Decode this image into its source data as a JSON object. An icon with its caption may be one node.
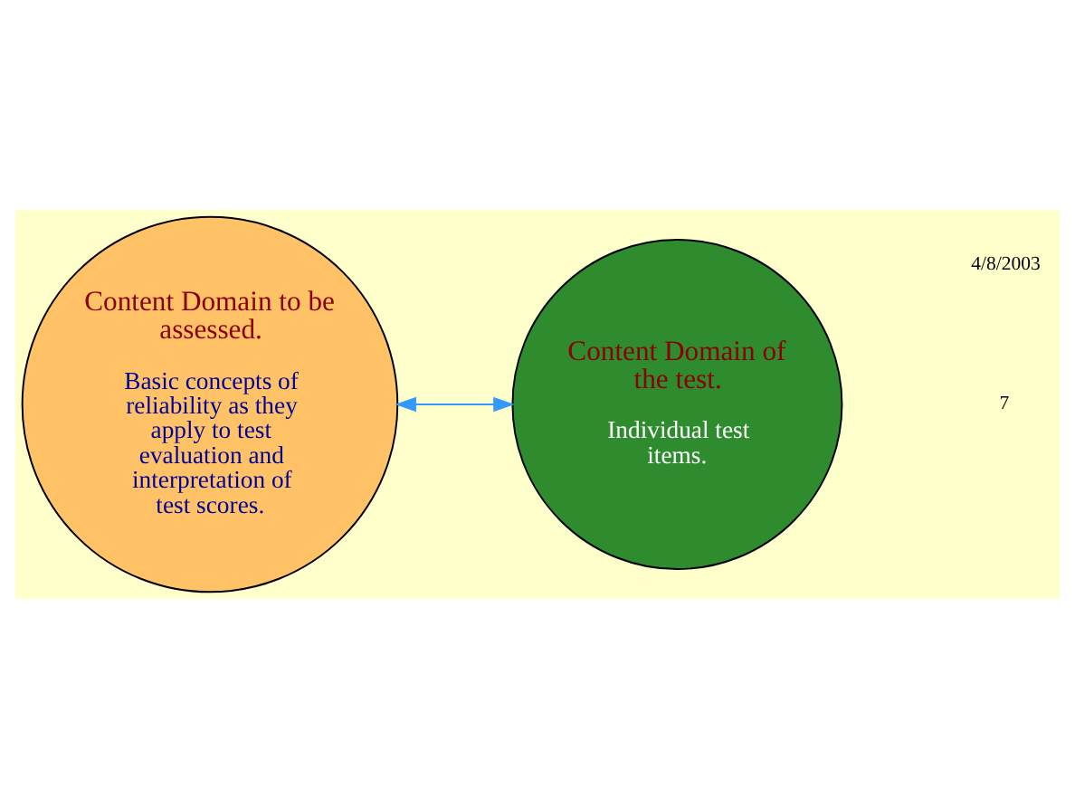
{
  "diagram": {
    "nodes": [
      {
        "text": [
          "Content Domain to be assessed.",
          "Basic concepts of reliability as they apply to test evaluation and interpretation of test scores."
        ]
      },
      {
        "text": [
          "Content Domain of the test.",
          "Individual test items."
        ]
      }
    ],
    "edges": [
      {
        "from": 0,
        "to": 1,
        "arrow": "both",
        "color": "#3399ff"
      }
    ],
    "labels": [
      "4/8/2003",
      "7"
    ]
  }
}
